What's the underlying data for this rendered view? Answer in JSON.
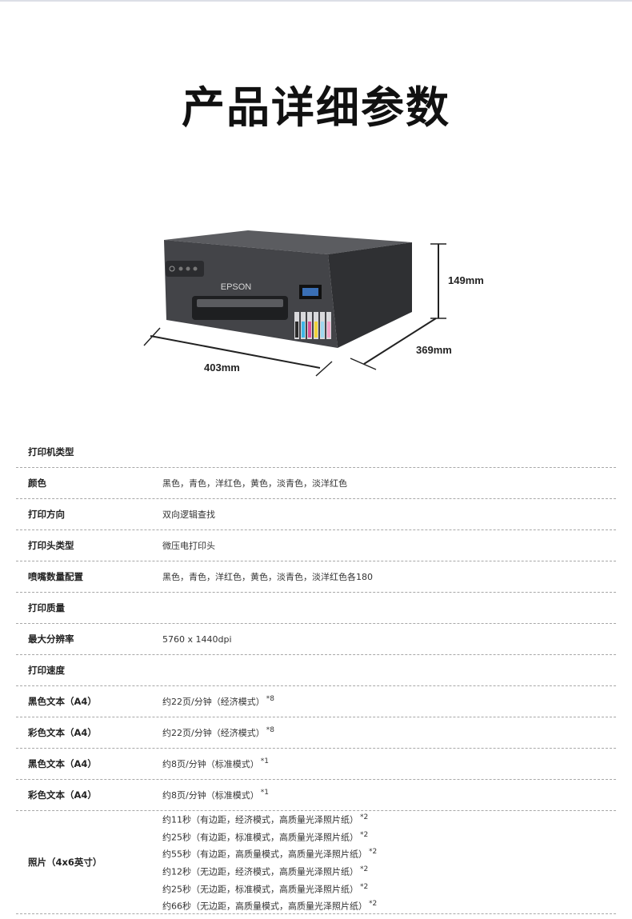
{
  "page_title": "产品详细参数",
  "printer": {
    "brand": "EPSON",
    "dim_height": "149mm",
    "dim_depth": "369mm",
    "dim_width": "403mm",
    "body_color": "#3f4043",
    "ink_colors": [
      "#2a2a2a",
      "#3fb6e6",
      "#e0509b",
      "#f0d23a",
      "#9fd8ef",
      "#f2a6c9"
    ]
  },
  "specs": [
    {
      "key": "打印机类型",
      "value": "",
      "note": ""
    },
    {
      "key": "颜色",
      "value": "黑色，青色，洋红色，黄色，淡青色，淡洋红色",
      "note": ""
    },
    {
      "key": "打印方向",
      "value": "双向逻辑查找",
      "note": ""
    },
    {
      "key": "打印头类型",
      "value": "微压电打印头",
      "note": ""
    },
    {
      "key": "喷嘴数量配置",
      "value": "黑色，青色，洋红色，黄色，淡青色，淡洋红色各180",
      "note": ""
    },
    {
      "key": "打印质量",
      "value": "",
      "note": ""
    },
    {
      "key": "最大分辨率",
      "value": "5760 x 1440dpi",
      "note": ""
    },
    {
      "key": "打印速度",
      "value": "",
      "note": ""
    },
    {
      "key": "黑色文本（A4）",
      "value": "约22页/分钟（经济模式）",
      "note": "*8"
    },
    {
      "key": "彩色文本（A4）",
      "value": "约22页/分钟（经济模式）",
      "note": "*8"
    },
    {
      "key": "黑色文本（A4）",
      "value": "约8页/分钟（标准模式）",
      "note": "*1"
    },
    {
      "key": "彩色文本（A4）",
      "value": "约8页/分钟（标准模式）",
      "note": "*1"
    }
  ],
  "photo_row": {
    "key": "照片（4x6英寸）",
    "lines": [
      {
        "text": "约11秒（有边距，经济模式，高质量光泽照片纸）",
        "note": "*2"
      },
      {
        "text": "约25秒（有边距，标准模式，高质量光泽照片纸）",
        "note": "*2"
      },
      {
        "text": "约55秒（有边距，高质量模式，高质量光泽照片纸）",
        "note": "*2"
      },
      {
        "text": "约12秒（无边距，经济模式，高质量光泽照片纸）",
        "note": "*2"
      },
      {
        "text": "约25秒（无边距，标准模式，高质量光泽照片纸）",
        "note": "*2"
      },
      {
        "text": "约66秒（无边距，高质量模式，高质量光泽照片纸）",
        "note": "*2"
      }
    ]
  }
}
